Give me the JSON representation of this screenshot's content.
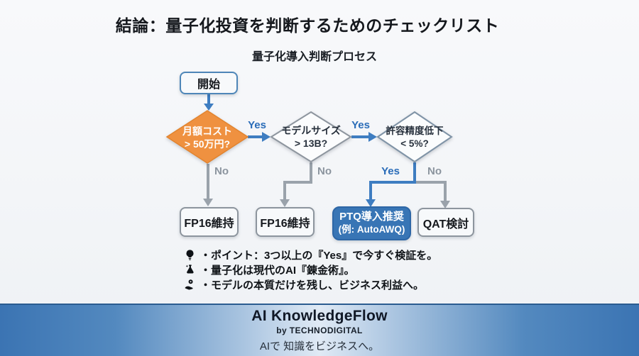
{
  "page": {
    "title": "結論：量子化投資を判断するためのチェックリスト",
    "subtitle": "量子化導入判断プロセス"
  },
  "flow": {
    "start_label": "開始",
    "decisions": [
      {
        "line1": "月額コスト",
        "line2": "> 50万円?"
      },
      {
        "line1": "モデルサイズ",
        "line2": "> 13B?"
      },
      {
        "line1": "許容精度低下",
        "line2": "< 5%?"
      }
    ],
    "yes": [
      "Yes",
      "Yes",
      "Yes"
    ],
    "no": [
      "No",
      "No",
      "No"
    ],
    "results": [
      {
        "label": "FP16維持"
      },
      {
        "label": "FP16維持"
      },
      {
        "line1": "PTQ導入推奨",
        "line2": "(例: AutoAWQ)"
      },
      {
        "label": "QAT検討"
      }
    ]
  },
  "notes": [
    {
      "icon": "lightbulb-icon",
      "text": "・ポイント：3つ以上の『Yes』で今すぐ検証を。"
    },
    {
      "icon": "flask-icon",
      "text": "・量子化は現代のAI『錬金術』。"
    },
    {
      "icon": "hand-coin-icon",
      "text": "・モデルの本質だけを残し、ビジネス利益へ。"
    }
  ],
  "footer": {
    "brand": "AI KnowledgeFlow",
    "byline": "by TECHNODIGITAL",
    "tagline": "AIで 知識をビジネスへ。"
  },
  "colors": {
    "decision_orange": "#EF9140",
    "arrow_blue": "#3E7DC1",
    "arrow_gray": "#9AA2AB",
    "yes_text": "#2A6CB8",
    "no_text": "#8B949E",
    "ptq_fill": "#3875B5",
    "footer_blue": "#3B74B3",
    "background": "#F3F5F8"
  }
}
